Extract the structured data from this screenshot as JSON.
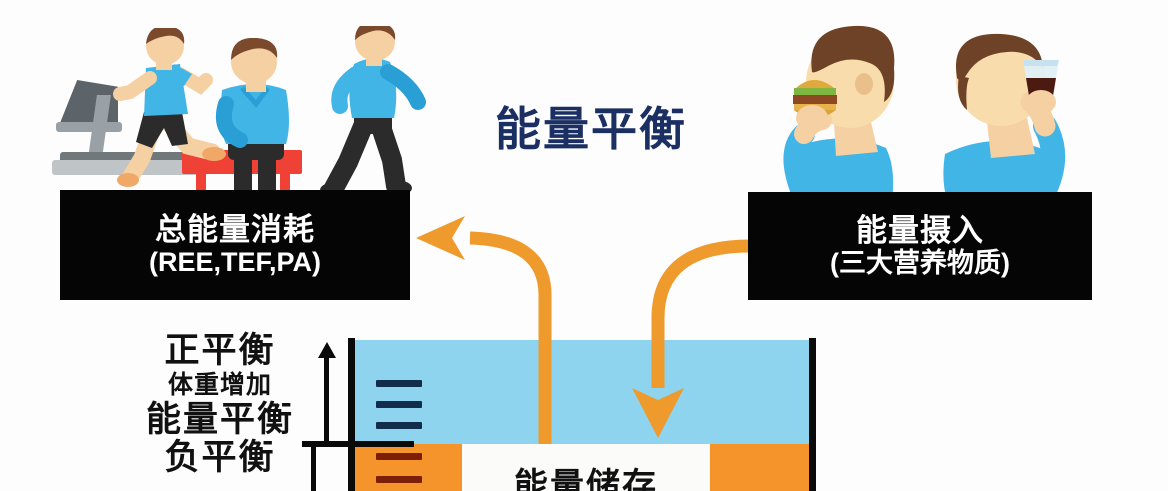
{
  "title": "能量平衡",
  "colors": {
    "title": "#1b2f63",
    "water_blue": "#8ed4ef",
    "storage_orange": "#f5942a",
    "arrow_orange": "#ef9a2c",
    "label_bg": "#050505",
    "label_text": "#ffffff",
    "tick_blue": "#122d4c",
    "tick_orange": "#7d1f06",
    "shirt": "#41b6e6",
    "skin": "#f5d0a3",
    "hair": "#7b4a2d",
    "bench": "#ef4136",
    "background": "#fdfdfd"
  },
  "labels": {
    "expenditure": {
      "line1": "总能量消耗",
      "line2": "(REE,TEF,PA)"
    },
    "intake": {
      "line1": "能量摄入",
      "line2": "(三大营养物质)"
    }
  },
  "balance_scale": {
    "positive_title": "正平衡",
    "positive_sub": "体重增加",
    "neutral_title": "能量平衡",
    "negative_title": "负平衡"
  },
  "storage": {
    "label": "能量储存"
  },
  "icons": {
    "arrow_out": "curved-arrow-left-icon",
    "arrow_in": "curved-arrow-down-icon",
    "axis_up": "axis-up-arrow-icon"
  },
  "figures": {
    "running": "person-running-on-treadmill",
    "sitting": "person-sitting-on-bench",
    "walking": "person-walking",
    "eating": "person-eating-burger",
    "drinking": "person-drinking-beverage"
  }
}
